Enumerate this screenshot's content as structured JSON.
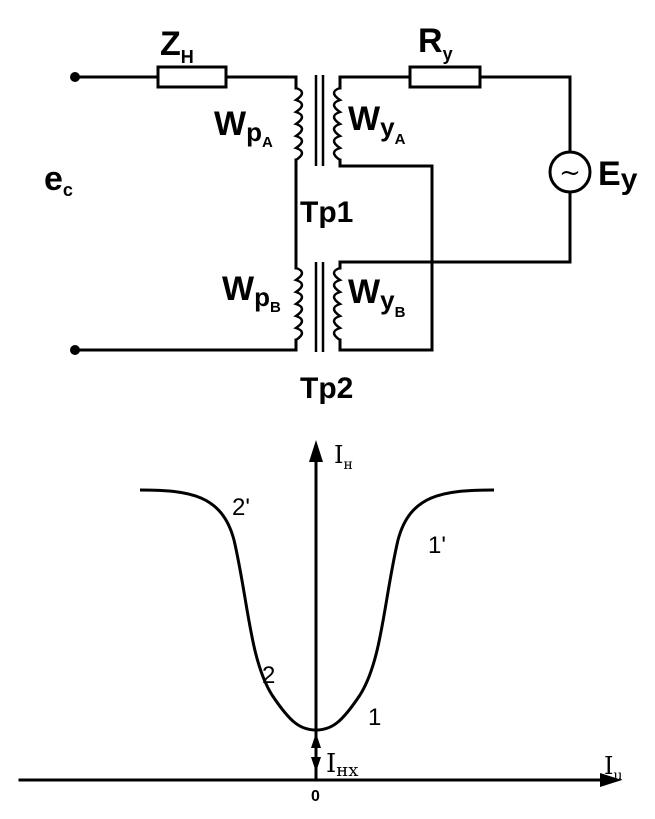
{
  "circuit": {
    "load_impedance": {
      "main": "Z",
      "sub": "H"
    },
    "control_resistor": {
      "main": "R",
      "sub": "y"
    },
    "source_emf": {
      "main": "e",
      "sub": "c"
    },
    "control_emf": {
      "main": "E",
      "sub": "y"
    },
    "winding_p_a": {
      "main": "W",
      "sub": "p",
      "subsub": "A"
    },
    "winding_y_a": {
      "main": "W",
      "sub": "y",
      "subsub": "A"
    },
    "winding_p_b": {
      "main": "W",
      "sub": "p",
      "subsub": "B"
    },
    "winding_y_b": {
      "main": "W",
      "sub": "y",
      "subsub": "B"
    },
    "core1": "Tp1",
    "core2": "Tp2",
    "ac_symbol": "~"
  },
  "graph": {
    "y_axis": {
      "main": "I",
      "sub": "н"
    },
    "x_axis": {
      "main": "I",
      "sub": "u"
    },
    "idle_current": {
      "main": "I",
      "sub": "нx"
    },
    "origin": "0",
    "branch_labels": [
      "2'",
      "1'",
      "2",
      "1"
    ]
  }
}
